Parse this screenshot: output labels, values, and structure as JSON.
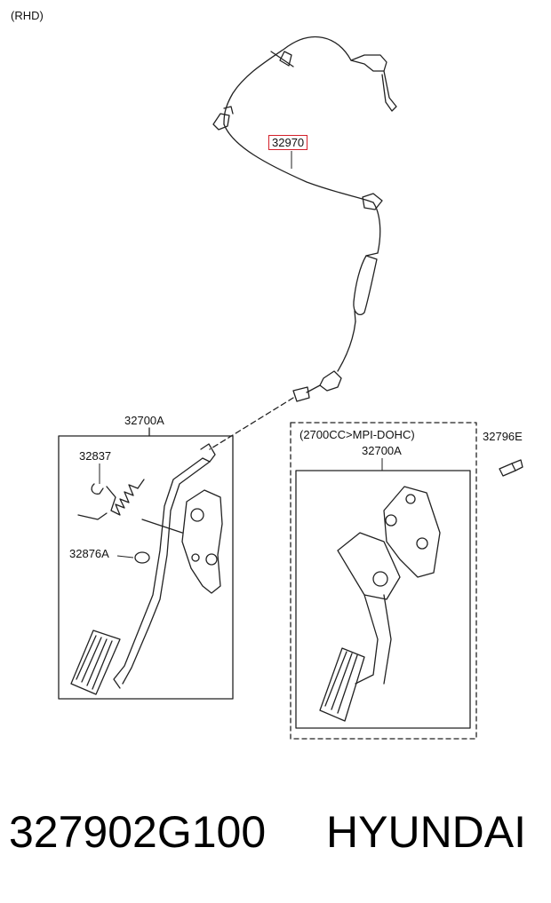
{
  "header": {
    "variant": "(RHD)"
  },
  "callouts": {
    "cable": "32970",
    "assembly_left": "32700A",
    "clip": "32837",
    "stopper": "32876A",
    "assembly_right": "32700A",
    "engine_note": "(2700CC>MPI-DOHC)",
    "bolt": "32796E"
  },
  "footer": {
    "part_number": "327902G100",
    "brand": "HYUNDAI"
  },
  "colors": {
    "highlight": "#d4202a",
    "line": "#222222"
  }
}
